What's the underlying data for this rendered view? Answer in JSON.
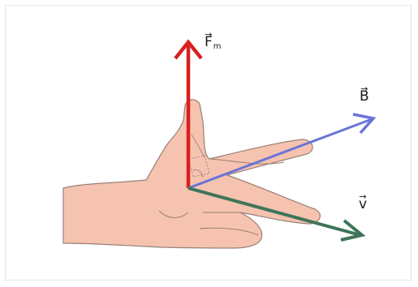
{
  "labels": {
    "force": {
      "letter": "F",
      "subscript": "m",
      "arrow": "→"
    },
    "field": {
      "letter": "B",
      "arrow": "→"
    },
    "velocity": {
      "letter": "v",
      "arrow": "→"
    }
  },
  "colors": {
    "force": "#d91f1f",
    "field": "#6b74d6",
    "velocity": "#3e7558",
    "skin": "#f5c3b0",
    "skin_outline": "#9a8076"
  }
}
